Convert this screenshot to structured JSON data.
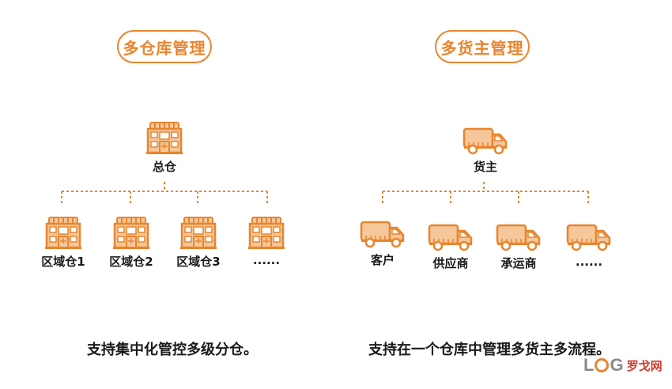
{
  "left": {
    "header": "多仓库管理",
    "root": "总仓",
    "children": [
      "区域仓1",
      "区域仓2",
      "区域仓3",
      "......"
    ],
    "caption": "支持集中化管控多级分仓。"
  },
  "right": {
    "header": "多货主管理",
    "root": "货主",
    "children": [
      "客户",
      "供应商",
      "承运商",
      "......"
    ],
    "caption": "支持在一个仓库中管理多货主多流程。"
  },
  "logo": {
    "latin": "L G",
    "cn": "罗戈网"
  },
  "colors": {
    "accent": "#e8852e",
    "icon_fill": "#f6c79a",
    "logo_red": "#d23b2e"
  },
  "icons": {
    "warehouse": "warehouse-icon",
    "truck": "truck-icon"
  }
}
